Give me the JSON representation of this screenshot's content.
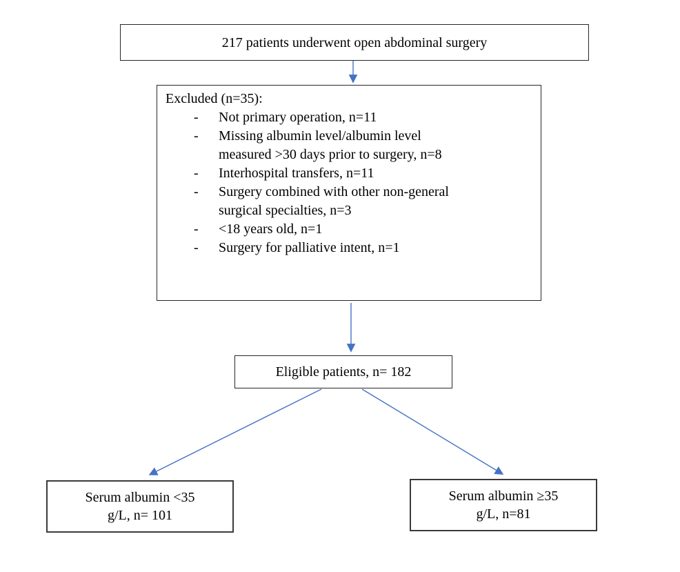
{
  "flowchart": {
    "colors": {
      "arrow": "#4472C4",
      "border": "#262626",
      "background": "#ffffff",
      "text": "#000000"
    },
    "top_box": {
      "text": "217 patients underwent open abdominal surgery"
    },
    "excluded_box": {
      "title": "Excluded (n=35):",
      "bullet": "-",
      "items": [
        {
          "lines": [
            "Not primary operation, n=11"
          ]
        },
        {
          "lines": [
            "Missing albumin level/albumin level",
            "measured >30 days prior to surgery, n=8"
          ]
        },
        {
          "lines": [
            "Interhospital transfers, n=11"
          ]
        },
        {
          "lines": [
            "Surgery combined with other non-general",
            "surgical specialties, n=3"
          ]
        },
        {
          "lines": [
            "<18 years old, n=1"
          ]
        },
        {
          "lines": [
            "Surgery for palliative intent, n=1"
          ]
        }
      ]
    },
    "eligible_box": {
      "text": "Eligible patients, n= 182"
    },
    "albumin_low_box": {
      "line1": "Serum albumin <35",
      "line2": "g/L, n= 101"
    },
    "albumin_high_box": {
      "line1": "Serum albumin ≥35",
      "line2": "g/L, n=81"
    }
  }
}
